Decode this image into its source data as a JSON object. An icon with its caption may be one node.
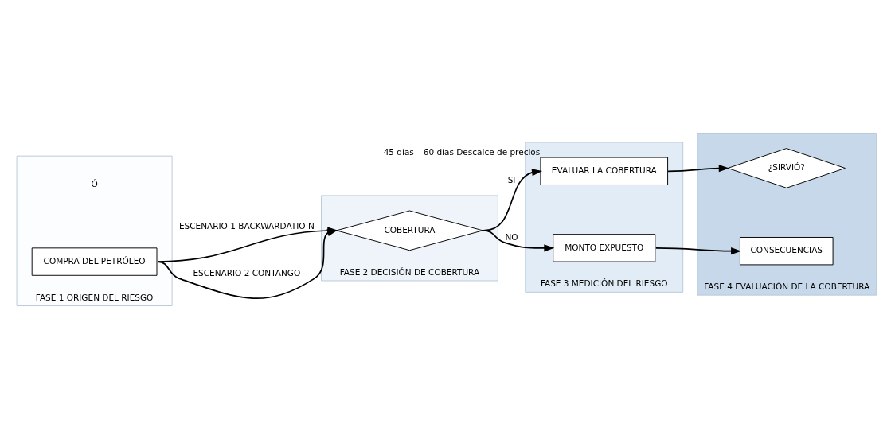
{
  "diagram": {
    "nodes": [
      {
        "text": [
          "FASE 1 ORIGEN DEL RIESGO"
        ]
      },
      {
        "text": [
          "COMPRA DEL PETRÓLEO"
        ],
        "in": 0
      },
      {
        "text": [
          "FASE 2 DECISIÓN DE COBERTURA"
        ]
      },
      {
        "text": [
          "COBERTURA"
        ],
        "in": 2
      },
      {
        "text": [
          "FASE 3 MEDICIÓN DEL RIESGO"
        ]
      },
      {
        "text": [
          "EVALUAR LA COBERTURA"
        ],
        "in": 4,
        "beside": [
          "45 días – 60 días Descalce de precios"
        ]
      },
      {
        "text": [
          "MONTO EXPUESTO"
        ],
        "in": 4
      },
      {
        "text": [
          "FASE 4 EVALUACIÓN DE LA COBERTURA"
        ]
      },
      {
        "text": [
          "¿SIRVIÓ?"
        ],
        "in": 7
      },
      {
        "text": [
          "CONSECUENCIAS"
        ],
        "in": 7
      }
    ],
    "edges": [
      {
        "from": 1,
        "to": 3,
        "arrow": "to",
        "label": "ESCENARIO 1 BACKWARDATIO N"
      },
      {
        "from": 1,
        "to": 3,
        "arrow": "to",
        "label": "ESCENARIO 2 CONTANGO"
      },
      {
        "from": 3,
        "to": 5,
        "arrow": "to",
        "label": "SI"
      },
      {
        "from": 3,
        "to": 6,
        "arrow": "to",
        "label": "NO"
      },
      {
        "from": 5,
        "to": 8,
        "arrow": "to"
      },
      {
        "from": 6,
        "to": 9,
        "arrow": "to"
      }
    ],
    "labels": [
      "Ó"
    ]
  }
}
